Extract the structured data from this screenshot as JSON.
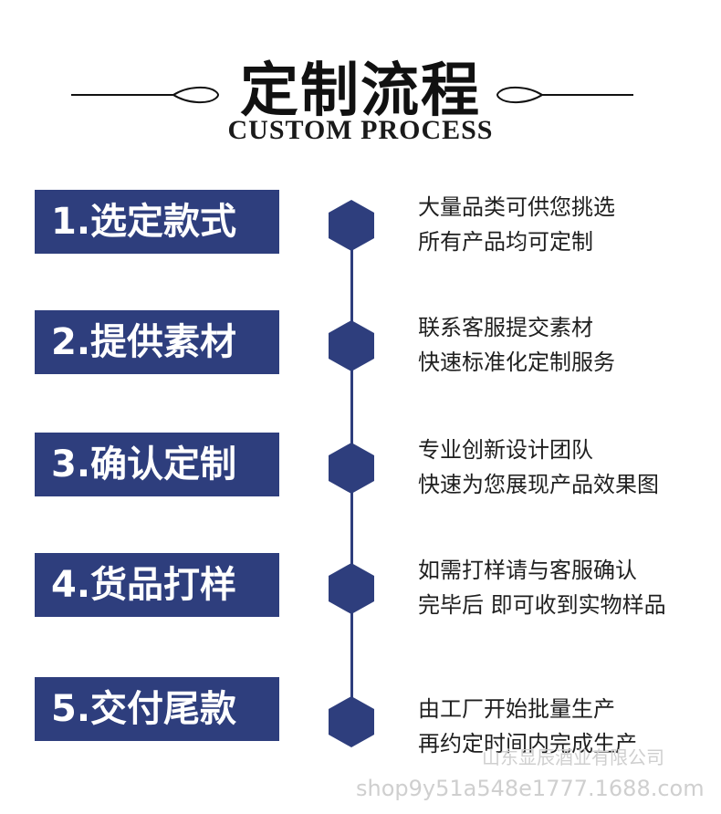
{
  "header": {
    "title": "定制流程",
    "subtitle": "CUSTOM PROCESS"
  },
  "colors": {
    "accent": "#2e3e7d",
    "text": "#1f1f1f"
  },
  "steps": [
    {
      "label": "1.选定款式",
      "lines": [
        "大量品类可供您挑选",
        "所有产品均可定制"
      ]
    },
    {
      "label": "2.提供素材",
      "lines": [
        "联系客服提交素材",
        "快速标准化定制服务"
      ]
    },
    {
      "label": "3.确认定制",
      "lines": [
        "专业创新设计团队",
        "快速为您展现产品效果图"
      ]
    },
    {
      "label": "4.货品打样",
      "lines": [
        "如需打样请与客服确认",
        "完毕后 即可收到实物样品"
      ]
    },
    {
      "label": "5.交付尾款",
      "lines": [
        "由工厂开始批量生产",
        "再约定时间内完成生产"
      ]
    }
  ],
  "watermark": {
    "company": "山东显辰酒业有限公司",
    "shop": "shop9y51a548e1777.1688.com"
  }
}
